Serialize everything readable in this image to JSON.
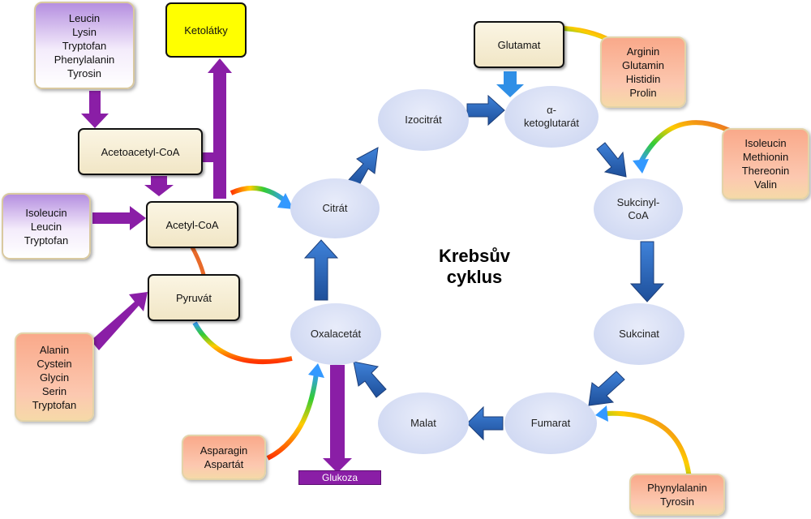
{
  "title_lines": [
    "Krebsův",
    "cyklus"
  ],
  "cycle": {
    "citrat": "Citrát",
    "izocitrat": "Izocitrát",
    "alpha": [
      "α-",
      "ketoglutarát"
    ],
    "sukcinylcoa": [
      "Sukcinyl-",
      "CoA"
    ],
    "sukcinat": "Sukcinat",
    "fumarat": "Fumarat",
    "malat": "Malat",
    "oxalacetat": "Oxalacetát"
  },
  "intermediates": {
    "acetoacetyl": "Acetoacetyl-CoA",
    "acetyl": "Acetyl-CoA",
    "pyruvat": "Pyruvát",
    "ketolatky": "Ketolátky",
    "glutamat": "Glutamat",
    "glukoza": "Glukoza"
  },
  "amino_groups": {
    "top_left": [
      "Leucin",
      "Lysin",
      "Tryptofan",
      "Phenylalanin",
      "Tyrosin"
    ],
    "mid_left": [
      "Isoleucin",
      "Leucin",
      "Tryptofan"
    ],
    "bottom_left": [
      "Alanin",
      "Cystein",
      "Glycin",
      "Serin",
      "Tryptofan"
    ],
    "bottom_mid": [
      "Asparagin",
      "Aspartát"
    ],
    "top_right": [
      "Arginin",
      "Glutamin",
      "Histidin",
      "Prolin"
    ],
    "right": [
      "Isoleucin",
      "Methionin",
      "Thereonin",
      "Valin"
    ],
    "bottom_right": [
      "Phynylalanin",
      "Tyrosin"
    ]
  },
  "colors": {
    "cycle_arrow": "#2f6fc4",
    "purple_arrow": "#8a1ea6",
    "ketolatky_bg": "#ffff00",
    "ellipse_fill": "#cdd6f0"
  }
}
